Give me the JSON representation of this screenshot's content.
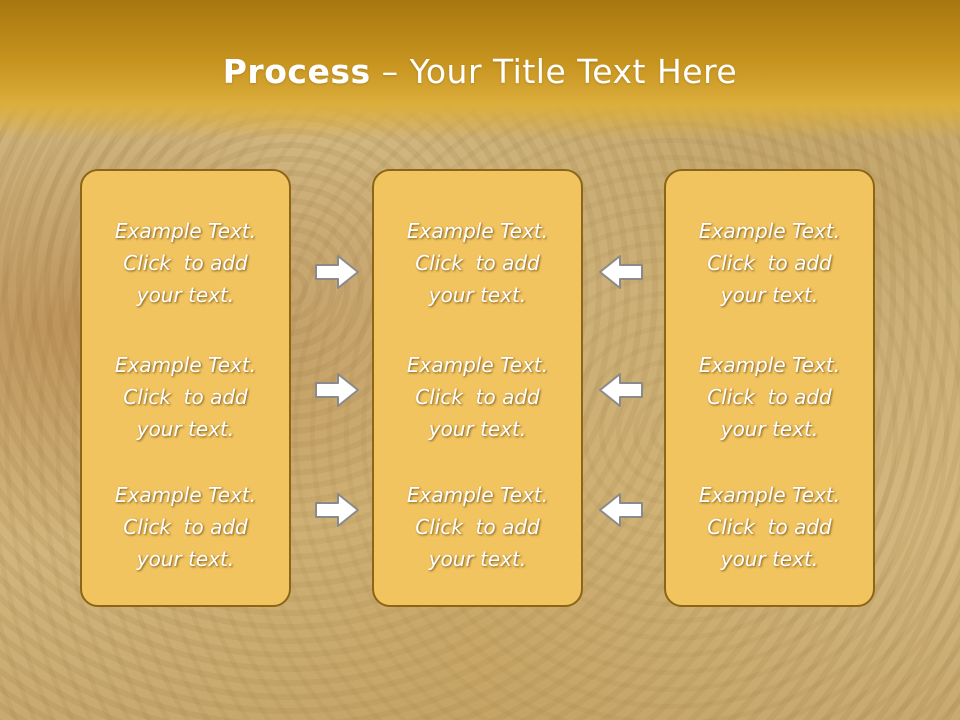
{
  "title": {
    "bold": "Process",
    "rest": " – Your Title Text Here"
  },
  "panels": [
    {
      "blocks": [
        [
          "Example Text.",
          "Click  to add",
          "your text."
        ],
        [
          "Example Text.",
          "Click  to add",
          "your text."
        ],
        [
          "Example Text.",
          "Click  to add",
          "your text."
        ]
      ]
    },
    {
      "blocks": [
        [
          "Example Text.",
          "Click  to add",
          "your text."
        ],
        [
          "Example Text.",
          "Click  to add",
          "your text."
        ],
        [
          "Example Text.",
          "Click  to add",
          "your text."
        ]
      ]
    },
    {
      "blocks": [
        [
          "Example Text.",
          "Click  to add",
          "your text."
        ],
        [
          "Example Text.",
          "Click  to add",
          "your text."
        ],
        [
          "Example Text.",
          "Click  to add",
          "your text."
        ]
      ]
    }
  ],
  "colors": {
    "header": "#c7941f",
    "panel_fill": "#f2c45f",
    "panel_border": "#8c6616",
    "arrow_fill": "#ffffff",
    "arrow_stroke": "#8a8a8a"
  },
  "icons": {
    "left_arrows": "right-arrow-icon",
    "right_arrows": "left-arrow-icon"
  }
}
